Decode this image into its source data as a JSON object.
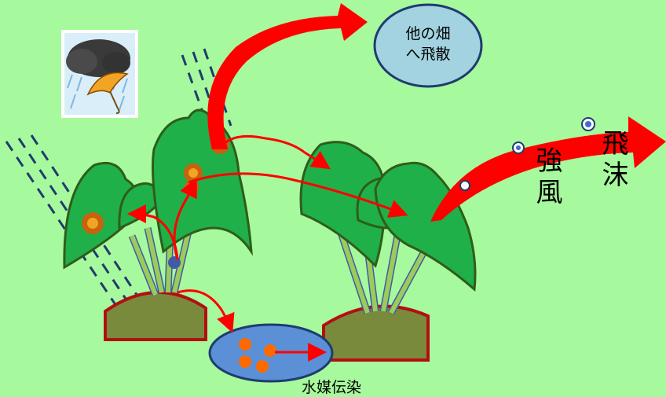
{
  "labels": {
    "spread_to_other_field_line1": "他の畑",
    "spread_to_other_field_line2": "へ飛散",
    "strong_wind": "強風",
    "splash": "飛沫",
    "waterborne_infection": "水媒伝染"
  },
  "icons": {
    "weather": "rain-umbrella-icon"
  },
  "colors": {
    "background": "#a7f99d",
    "leaf": "#1fb04a",
    "leaf_outline": "#2f5d1a",
    "stem": "#9bcc5b",
    "stem_dark": "#3f5aa8",
    "soil": "#7a8a3c",
    "soil_outline": "#b20f12",
    "arrow": "#ff0000",
    "water": "#5b8fd6",
    "bubble_fill": "#a3d3e0",
    "spore": "#e07a12",
    "rain": "#1f3c6e"
  }
}
